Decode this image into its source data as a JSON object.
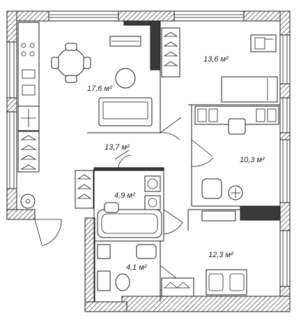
{
  "rooms": [
    {
      "id": "kitchen-living",
      "area": "17,6 м²"
    },
    {
      "id": "bedroom-top",
      "area": "13,6 м²"
    },
    {
      "id": "hall",
      "area": "13,7 м²"
    },
    {
      "id": "bedroom-middle",
      "area": "10,3 м²"
    },
    {
      "id": "bathroom",
      "area": "4,9 м²"
    },
    {
      "id": "toilet",
      "area": "4,1 м²"
    },
    {
      "id": "bedroom-bottom",
      "area": "12,3 м²"
    }
  ]
}
